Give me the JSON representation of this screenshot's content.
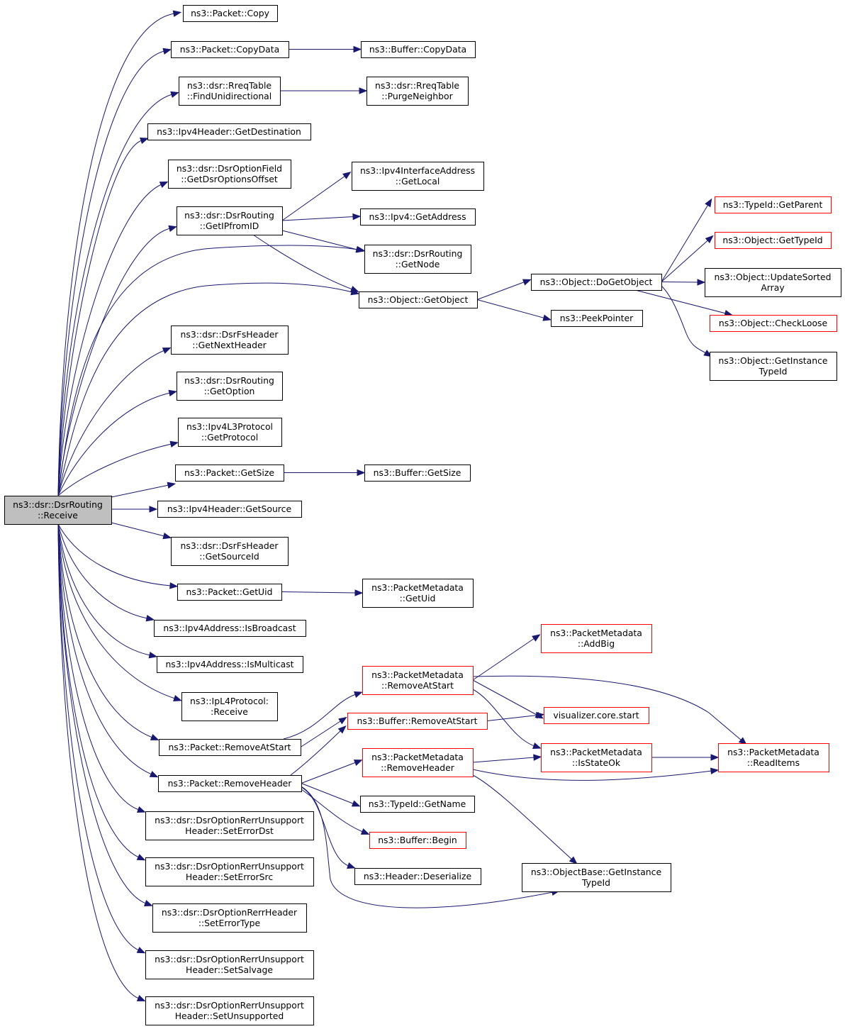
{
  "graph": {
    "nodes": [
      {
        "id": "root",
        "lines": [
          "ns3::dsr::DsrRouting",
          "::Receive"
        ],
        "style": "root"
      },
      {
        "id": "copy",
        "lines": [
          "ns3::Packet::Copy"
        ],
        "style": "normal"
      },
      {
        "id": "copydata",
        "lines": [
          "ns3::Packet::CopyData"
        ],
        "style": "normal"
      },
      {
        "id": "bufcopydata",
        "lines": [
          "ns3::Buffer::CopyData"
        ],
        "style": "normal"
      },
      {
        "id": "findunidir",
        "lines": [
          "ns3::dsr::RreqTable",
          "::FindUnidirectional"
        ],
        "style": "normal"
      },
      {
        "id": "purgeneigh",
        "lines": [
          "ns3::dsr::RreqTable",
          "::PurgeNeighbor"
        ],
        "style": "normal"
      },
      {
        "id": "getdest",
        "lines": [
          "ns3::Ipv4Header::GetDestination"
        ],
        "style": "normal"
      },
      {
        "id": "getdsroff",
        "lines": [
          "ns3::dsr::DsrOptionField",
          "::GetDsrOptionsOffset"
        ],
        "style": "normal"
      },
      {
        "id": "getipfromid",
        "lines": [
          "ns3::dsr::DsrRouting",
          "::GetIPfromID"
        ],
        "style": "normal"
      },
      {
        "id": "getlocal",
        "lines": [
          "ns3::Ipv4InterfaceAddress",
          "::GetLocal"
        ],
        "style": "normal"
      },
      {
        "id": "getaddress",
        "lines": [
          "ns3::Ipv4::GetAddress"
        ],
        "style": "normal"
      },
      {
        "id": "getnode",
        "lines": [
          "ns3::dsr::DsrRouting",
          "::GetNode"
        ],
        "style": "normal"
      },
      {
        "id": "getobject",
        "lines": [
          "ns3::Object::GetObject"
        ],
        "style": "normal"
      },
      {
        "id": "dogetobject",
        "lines": [
          "ns3::Object::DoGetObject"
        ],
        "style": "normal"
      },
      {
        "id": "peekpointer",
        "lines": [
          "ns3::PeekPointer"
        ],
        "style": "normal"
      },
      {
        "id": "getparent",
        "lines": [
          "ns3::TypeId::GetParent"
        ],
        "style": "red"
      },
      {
        "id": "gettypeid",
        "lines": [
          "ns3::Object::GetTypeId"
        ],
        "style": "red"
      },
      {
        "id": "updatesorted",
        "lines": [
          "ns3::Object::UpdateSorted",
          "Array"
        ],
        "style": "normal"
      },
      {
        "id": "checkloose",
        "lines": [
          "ns3::Object::CheckLoose"
        ],
        "style": "red"
      },
      {
        "id": "objgetinst",
        "lines": [
          "ns3::Object::GetInstance",
          "TypeId"
        ],
        "style": "normal"
      },
      {
        "id": "getnexthdr",
        "lines": [
          "ns3::dsr::DsrFsHeader",
          "::GetNextHeader"
        ],
        "style": "normal"
      },
      {
        "id": "getoption",
        "lines": [
          "ns3::dsr::DsrRouting",
          "::GetOption"
        ],
        "style": "normal"
      },
      {
        "id": "getprotocol",
        "lines": [
          "ns3::Ipv4L3Protocol",
          "::GetProtocol"
        ],
        "style": "normal"
      },
      {
        "id": "getsize",
        "lines": [
          "ns3::Packet::GetSize"
        ],
        "style": "normal"
      },
      {
        "id": "bufgetsize",
        "lines": [
          "ns3::Buffer::GetSize"
        ],
        "style": "normal"
      },
      {
        "id": "getsource",
        "lines": [
          "ns3::Ipv4Header::GetSource"
        ],
        "style": "normal"
      },
      {
        "id": "getsourceid",
        "lines": [
          "ns3::dsr::DsrFsHeader",
          "::GetSourceId"
        ],
        "style": "normal"
      },
      {
        "id": "getuid",
        "lines": [
          "ns3::Packet::GetUid"
        ],
        "style": "normal"
      },
      {
        "id": "pmgetuid",
        "lines": [
          "ns3::PacketMetadata",
          "::GetUid"
        ],
        "style": "normal"
      },
      {
        "id": "isbroadcast",
        "lines": [
          "ns3::Ipv4Address::IsBroadcast"
        ],
        "style": "normal"
      },
      {
        "id": "ismulticast",
        "lines": [
          "ns3::Ipv4Address::IsMulticast"
        ],
        "style": "normal"
      },
      {
        "id": "ipl4receive",
        "lines": [
          "ns3::IpL4Protocol:",
          ":Receive"
        ],
        "style": "normal"
      },
      {
        "id": "pmaddbig",
        "lines": [
          "ns3::PacketMetadata",
          "::AddBig"
        ],
        "style": "red"
      },
      {
        "id": "pmremoveatstart",
        "lines": [
          "ns3::PacketMetadata",
          "::RemoveAtStart"
        ],
        "style": "red"
      },
      {
        "id": "bufremoveatstart",
        "lines": [
          "ns3::Buffer::RemoveAtStart"
        ],
        "style": "red"
      },
      {
        "id": "vizstart",
        "lines": [
          "visualizer.core.start"
        ],
        "style": "red"
      },
      {
        "id": "pktremoveatstart",
        "lines": [
          "ns3::Packet::RemoveAtStart"
        ],
        "style": "normal"
      },
      {
        "id": "pmremovehdr",
        "lines": [
          "ns3::PacketMetadata",
          "::RemoveHeader"
        ],
        "style": "red"
      },
      {
        "id": "pmisstateok",
        "lines": [
          "ns3::PacketMetadata",
          "::IsStateOk"
        ],
        "style": "red"
      },
      {
        "id": "pmreaditems",
        "lines": [
          "ns3::PacketMetadata",
          "::ReadItems"
        ],
        "style": "red"
      },
      {
        "id": "pktremovehdr",
        "lines": [
          "ns3::Packet::RemoveHeader"
        ],
        "style": "normal"
      },
      {
        "id": "typeidgetname",
        "lines": [
          "ns3::TypeId::GetName"
        ],
        "style": "normal"
      },
      {
        "id": "bufbegin",
        "lines": [
          "ns3::Buffer::Begin"
        ],
        "style": "red"
      },
      {
        "id": "hdrdeser",
        "lines": [
          "ns3::Header::Deserialize"
        ],
        "style": "normal"
      },
      {
        "id": "objbasegetinst",
        "lines": [
          "ns3::ObjectBase::GetInstance",
          "TypeId"
        ],
        "style": "normal"
      },
      {
        "id": "seterrordst",
        "lines": [
          "ns3::dsr::DsrOptionRerrUnsupport",
          "Header::SetErrorDst"
        ],
        "style": "normal"
      },
      {
        "id": "seterrorsrc",
        "lines": [
          "ns3::dsr::DsrOptionRerrUnsupport",
          "Header::SetErrorSrc"
        ],
        "style": "normal"
      },
      {
        "id": "seterrortype",
        "lines": [
          "ns3::dsr::DsrOptionRerrHeader",
          "::SetErrorType"
        ],
        "style": "normal"
      },
      {
        "id": "setsalvage",
        "lines": [
          "ns3::dsr::DsrOptionRerrUnsupport",
          "Header::SetSalvage"
        ],
        "style": "normal"
      },
      {
        "id": "setunsupported",
        "lines": [
          "ns3::dsr::DsrOptionRerrUnsupport",
          "Header::SetUnsupported"
        ],
        "style": "normal"
      }
    ],
    "edges": [
      [
        "root",
        "copy"
      ],
      [
        "root",
        "copydata"
      ],
      [
        "root",
        "findunidir"
      ],
      [
        "root",
        "getdest"
      ],
      [
        "root",
        "getdsroff"
      ],
      [
        "root",
        "getipfromid"
      ],
      [
        "root",
        "getnode"
      ],
      [
        "root",
        "getobject"
      ],
      [
        "root",
        "getnexthdr"
      ],
      [
        "root",
        "getoption"
      ],
      [
        "root",
        "getprotocol"
      ],
      [
        "root",
        "getsize"
      ],
      [
        "root",
        "getsource"
      ],
      [
        "root",
        "getsourceid"
      ],
      [
        "root",
        "getuid"
      ],
      [
        "root",
        "isbroadcast"
      ],
      [
        "root",
        "ismulticast"
      ],
      [
        "root",
        "ipl4receive"
      ],
      [
        "root",
        "pktremoveatstart"
      ],
      [
        "root",
        "pktremovehdr"
      ],
      [
        "root",
        "seterrordst"
      ],
      [
        "root",
        "seterrorsrc"
      ],
      [
        "root",
        "seterrortype"
      ],
      [
        "root",
        "setsalvage"
      ],
      [
        "root",
        "setunsupported"
      ],
      [
        "copydata",
        "bufcopydata"
      ],
      [
        "findunidir",
        "purgeneigh"
      ],
      [
        "getipfromid",
        "getlocal"
      ],
      [
        "getipfromid",
        "getaddress"
      ],
      [
        "getipfromid",
        "getnode"
      ],
      [
        "getipfromid",
        "getobject"
      ],
      [
        "getobject",
        "dogetobject"
      ],
      [
        "getobject",
        "peekpointer"
      ],
      [
        "dogetobject",
        "getparent"
      ],
      [
        "dogetobject",
        "gettypeid"
      ],
      [
        "dogetobject",
        "updatesorted"
      ],
      [
        "dogetobject",
        "checkloose"
      ],
      [
        "dogetobject",
        "objgetinst"
      ],
      [
        "getsize",
        "bufgetsize"
      ],
      [
        "getuid",
        "pmgetuid"
      ],
      [
        "pktremoveatstart",
        "pmremoveatstart"
      ],
      [
        "pktremoveatstart",
        "bufremoveatstart"
      ],
      [
        "pmremoveatstart",
        "pmaddbig"
      ],
      [
        "pmremoveatstart",
        "vizstart"
      ],
      [
        "pmremoveatstart",
        "pmisstateok"
      ],
      [
        "pmremoveatstart",
        "pmreaditems"
      ],
      [
        "bufremoveatstart",
        "vizstart"
      ],
      [
        "pktremovehdr",
        "bufremoveatstart"
      ],
      [
        "pktremovehdr",
        "pmremovehdr"
      ],
      [
        "pktremovehdr",
        "typeidgetname"
      ],
      [
        "pktremovehdr",
        "bufbegin"
      ],
      [
        "pktremovehdr",
        "hdrdeser"
      ],
      [
        "pktremovehdr",
        "objbasegetinst"
      ],
      [
        "pmremovehdr",
        "pmisstateok"
      ],
      [
        "pmremovehdr",
        "pmreaditems"
      ],
      [
        "pmremovehdr",
        "objbasegetinst"
      ],
      [
        "pmisstateok",
        "pmreaditems"
      ]
    ]
  }
}
